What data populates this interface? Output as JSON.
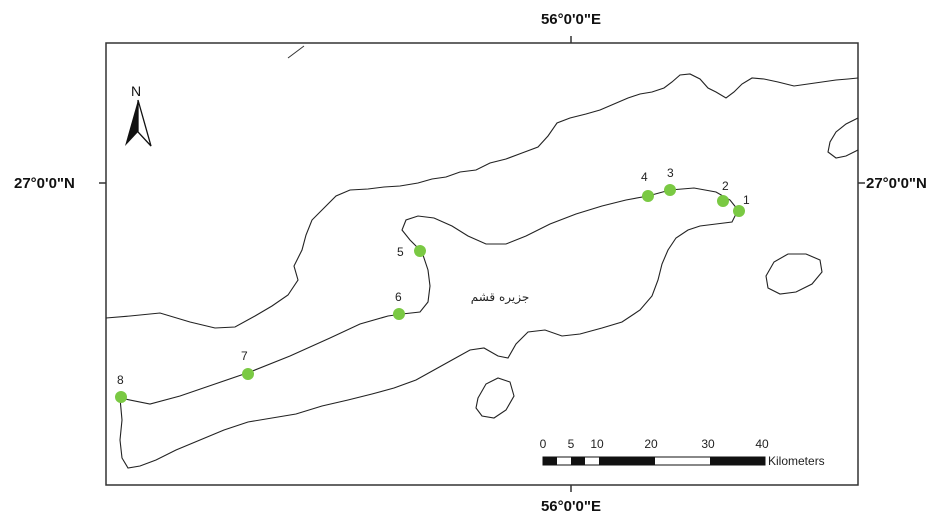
{
  "grid": {
    "top_label": "56°0'0\"E",
    "bottom_label": "56°0'0\"E",
    "left_label": "27°0'0\"N",
    "right_label": "27°0'0\"N"
  },
  "north_arrow": {
    "letter": "N"
  },
  "island_label": "جزيره قشم",
  "sites": [
    {
      "id": "1",
      "label": "1"
    },
    {
      "id": "2",
      "label": "2"
    },
    {
      "id": "3",
      "label": "3"
    },
    {
      "id": "4",
      "label": "4"
    },
    {
      "id": "5",
      "label": "5"
    },
    {
      "id": "6",
      "label": "6"
    },
    {
      "id": "7",
      "label": "7"
    },
    {
      "id": "8",
      "label": "8"
    }
  ],
  "scale_bar": {
    "ticks": [
      "0",
      "5",
      "10",
      "20",
      "30",
      "40"
    ],
    "unit": "Kilometers"
  },
  "colors": {
    "site_marker": "#7ac943",
    "coastline": "#222222",
    "frame": "#333333"
  }
}
